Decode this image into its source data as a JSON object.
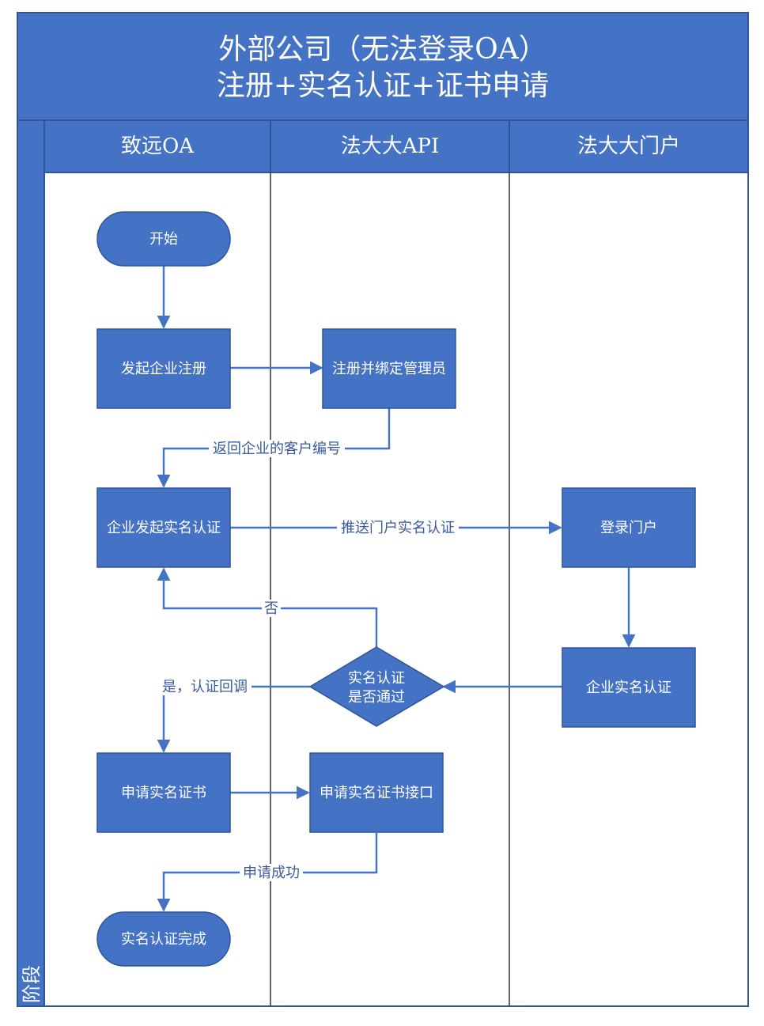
{
  "title": {
    "line1": "外部公司（无法登录OA）",
    "line2": "注册+实名认证+证书申请"
  },
  "stage_label": "阶段",
  "lanes": [
    {
      "label": "致远OA"
    },
    {
      "label": "法大大API"
    },
    {
      "label": "法大大门户"
    }
  ],
  "nodes": {
    "start": {
      "label": "开始"
    },
    "initiate_registration": {
      "label": "发起企业注册"
    },
    "register_bind_admin": {
      "label": "注册并绑定管理员"
    },
    "initiate_realname": {
      "label": "企业发起实名认证"
    },
    "login_portal": {
      "label": "登录门户"
    },
    "enterprise_realname": {
      "label": "企业实名认证"
    },
    "decision_passed": {
      "line1": "实名认证",
      "line2": "是否通过"
    },
    "apply_certificate": {
      "label": "申请实名证书"
    },
    "apply_certificate_api": {
      "label": "申请实名证书接口"
    },
    "complete": {
      "label": "实名认证完成"
    }
  },
  "edges": {
    "return_customer_id": {
      "label": "返回企业的客户编号"
    },
    "push_portal_realname": {
      "label": "推送门户实名认证"
    },
    "no": {
      "label": "否"
    },
    "yes_callback": {
      "label": "是，认证回调"
    },
    "apply_success": {
      "label": "申请成功"
    }
  },
  "colors": {
    "header_fill": "#4472c4",
    "node_fill": "#4472c4",
    "line": "#4472c4",
    "edge_label": "#3a5a9c"
  }
}
